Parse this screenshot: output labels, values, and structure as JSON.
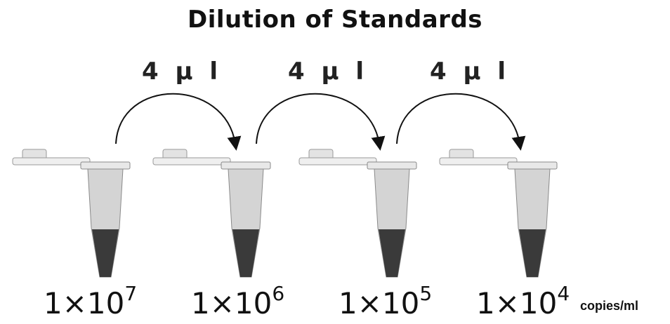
{
  "title": "Dilution of Standards",
  "transfer_volumes": [
    "4 μ l",
    "4 μ l",
    "4 μ l"
  ],
  "tubes": [
    {
      "base": "1×10",
      "exponent": "7"
    },
    {
      "base": "1×10",
      "exponent": "6"
    },
    {
      "base": "1×10",
      "exponent": "5"
    },
    {
      "base": "1×10",
      "exponent": "4"
    }
  ],
  "unit": "copies/ml",
  "colors": {
    "liquid": "#3a3a3a",
    "tube_body": "#d4d4d4",
    "arrow": "#111111"
  }
}
